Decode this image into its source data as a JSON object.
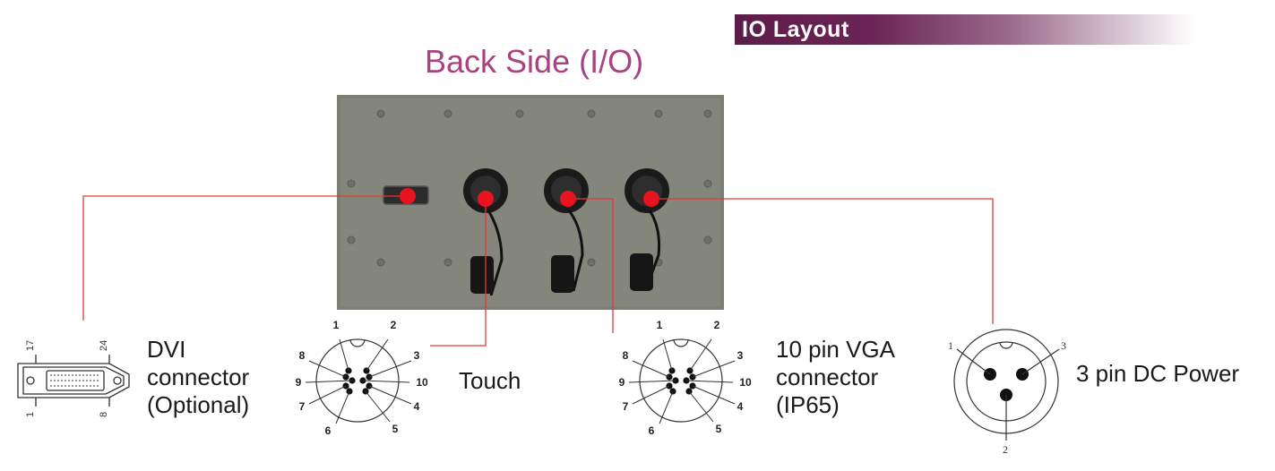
{
  "header": {
    "title": "IO Layout",
    "accent": "#5e1c4a"
  },
  "section_title": "Back Side (I/O)",
  "connectors": {
    "dvi": {
      "lines": [
        "DVI",
        "connector",
        "(Optional)"
      ],
      "pins": [
        "17",
        "24",
        "1",
        "8"
      ]
    },
    "touch": {
      "label": "Touch",
      "pins": [
        "1",
        "2",
        "3",
        "4",
        "5",
        "6",
        "7",
        "8",
        "9",
        "10"
      ]
    },
    "vga": {
      "lines": [
        "10 pin VGA",
        "connector",
        "(IP65)"
      ],
      "pins": [
        "1",
        "2",
        "3",
        "4",
        "5",
        "6",
        "7",
        "8",
        "9",
        "10"
      ]
    },
    "power": {
      "label": "3 pin DC Power",
      "pins": [
        "1",
        "2",
        "3"
      ]
    }
  },
  "colors": {
    "leader_line": "#e03a3a",
    "marker": "#e8131f",
    "panel": "#7e7f74"
  }
}
